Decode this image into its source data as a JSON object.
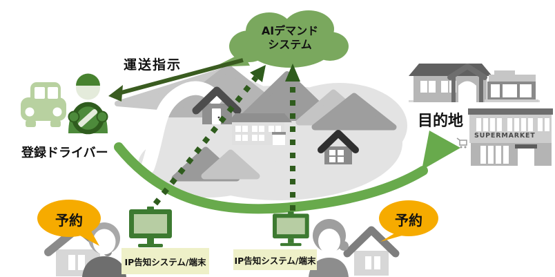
{
  "cloud": {
    "label_line1": "AIデマンド",
    "label_line2": "システム",
    "color": "#7aa85e"
  },
  "labels": {
    "transport_instruction": "運送指示",
    "registered_driver": "登録ドライバー",
    "destination": "目的地",
    "supermarket_sign": "SUPERMARKET"
  },
  "speech_bubbles": {
    "left": "予約",
    "right": "予約",
    "color": "#f6ab00"
  },
  "ip_terminals": {
    "left": "IP告知システム/端末",
    "right": "IP告知システム/端末",
    "bg_color": "#eef0c8"
  },
  "icons": [
    {
      "name": "car-icon",
      "shape": "light green minivan"
    },
    {
      "name": "driver-icon",
      "shape": "green person holding steering wheel"
    },
    {
      "name": "ai-cloud-icon",
      "shape": "green cloud"
    },
    {
      "name": "monitor-icon",
      "shape": "green desktop display terminal"
    },
    {
      "name": "man-icon",
      "shape": "gray elderly man bust"
    },
    {
      "name": "woman-icon",
      "shape": "gray elderly woman bust"
    },
    {
      "name": "house-icon",
      "shape": "gray house"
    },
    {
      "name": "supermarket-icon",
      "shape": "gray storefront building"
    },
    {
      "name": "cart-icon",
      "shape": "tiny shopping cart"
    }
  ],
  "colors": {
    "cloud_green": "#7aa85e",
    "instruction_arrow_green": "#3a5c20",
    "request_arrow_green": "#2f5c1d",
    "route_arrow_green": "#68aa4c",
    "vehicle_light_green": "#b8d1a0",
    "driver_green": "#4d8a3b",
    "monitor_green": "#3d7a31",
    "monitor_screen_green": "#b7cda3",
    "reservation_yellow": "#f6ab00",
    "ip_label_bg": "#eef0c8",
    "village_gray": "#e3e3e3"
  }
}
